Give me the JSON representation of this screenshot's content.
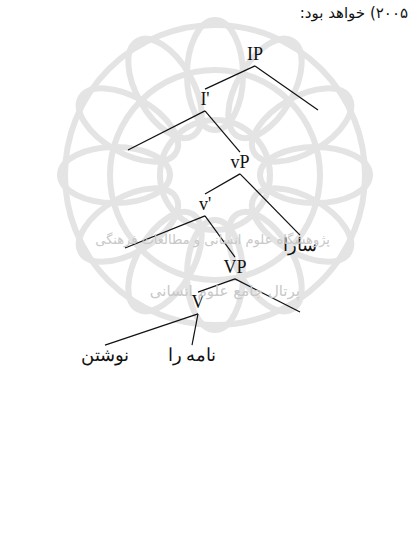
{
  "diagram": {
    "nodes": [
      {
        "text": [
          "IP"
        ]
      },
      {
        "text": [
          "I'"
        ]
      },
      {
        "text": [
          "vP"
        ]
      },
      {
        "text": [
          "v'"
        ]
      },
      {
        "text": [
          "سارا"
        ]
      },
      {
        "text": [
          "VP"
        ]
      },
      {
        "text": [
          "V"
        ]
      },
      {
        "text": [
          "نامه را"
        ]
      },
      {
        "text": [
          "نوشتن"
        ]
      }
    ],
    "edges": [
      {
        "from": 0,
        "to": 1,
        "arrow": "none"
      },
      {
        "from": 1,
        "to": 2,
        "arrow": "none"
      },
      {
        "from": 2,
        "to": 3,
        "arrow": "none"
      },
      {
        "from": 2,
        "to": 4,
        "arrow": "none"
      },
      {
        "from": 3,
        "to": 5,
        "arrow": "none"
      },
      {
        "from": 5,
        "to": 6,
        "arrow": "none"
      },
      {
        "from": 6,
        "to": 7,
        "arrow": "none"
      },
      {
        "from": 6,
        "to": 8,
        "arrow": "none"
      }
    ],
    "labels": [
      "۲۰۰۵) خواهد بود:",
      "پژوهشگاه علوم انسانی و مطالعات فرهنگی",
      "پرتال جامع علوم انسانی"
    ]
  }
}
